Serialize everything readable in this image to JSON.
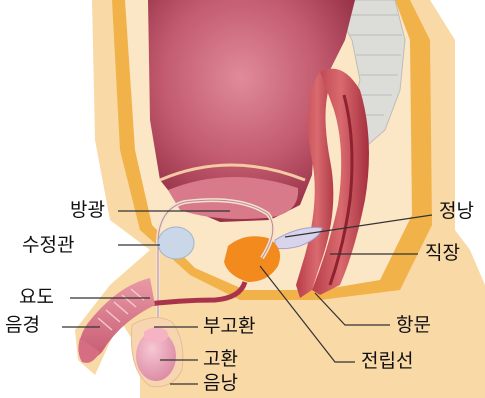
{
  "labels": {
    "bladder": "방광",
    "vas_deferens": "수정관",
    "urethra": "요도",
    "penis": "음경",
    "epididymis": "부고환",
    "testis": "고환",
    "scrotum": "음낭",
    "seminal_vesicle": "정낭",
    "rectum": "직장",
    "anus": "항문",
    "prostate": "전립선"
  },
  "colors": {
    "skin": "#f9d9a6",
    "fat": "#f2b24a",
    "abdomen_cavity": "#fbe6c6",
    "bladder_outer": "#a5364c",
    "bladder_inner": "#d97a8a",
    "rectum": "#c6505a",
    "prostate": "#f28a1e",
    "spine": "#d9dad7",
    "leader_line": "#333333"
  }
}
